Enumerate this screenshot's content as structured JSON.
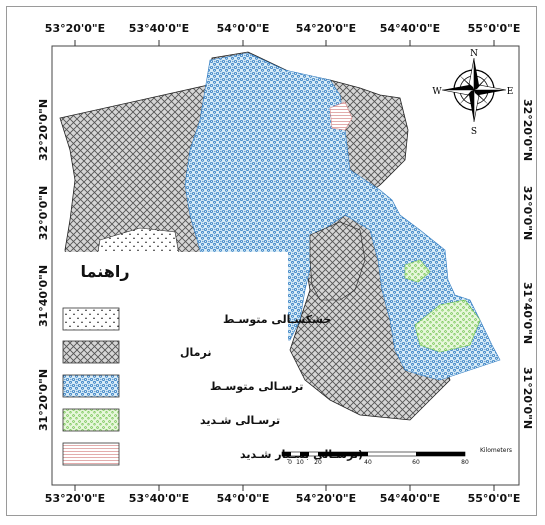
{
  "map": {
    "lon_labels": [
      "53°20'0\"E",
      "53°40'0\"E",
      "54°0'0\"E",
      "54°20'0\"E",
      "54°40'0\"E",
      "55°0'0\"E"
    ],
    "lat_labels": [
      "32°20'0\"N",
      "32°0'0\"N",
      "31°40'0\"N",
      "31°20'0\"N"
    ],
    "lat_labels_left": [
      "32°20'0\"N",
      "32°0'0\"N",
      "31°40'0\"N",
      "31°20'0\"N"
    ]
  },
  "compass": {
    "n": "N",
    "s": "S",
    "e": "E",
    "w": "W"
  },
  "legend": {
    "title": "راهنما",
    "items": [
      {
        "label": "خشکسـالی متوسـط",
        "pattern": "dots",
        "color": "#ffffff"
      },
      {
        "label": "نرمال",
        "pattern": "crosshatch",
        "color": "#bbbbbb"
      },
      {
        "label": "ترسـالی متوسـط",
        "pattern": "blue-stipple",
        "color": "#3b82c4"
      },
      {
        "label": "ترسـالی شـدید",
        "pattern": "green-stipple",
        "color": "#8bd16a"
      },
      {
        "label": "(ترسـالی بسـیار شـدید",
        "pattern": "hlines",
        "color": "#d88a8a"
      }
    ]
  },
  "scalebar": {
    "unit": "Kilometers",
    "ticks": [
      "0",
      "10",
      "20",
      "40",
      "60",
      "80"
    ]
  },
  "colors": {
    "blue": "#3b82c4",
    "green": "#8bd16a",
    "gray": "#8a8a8a",
    "red": "#d88a8a"
  }
}
